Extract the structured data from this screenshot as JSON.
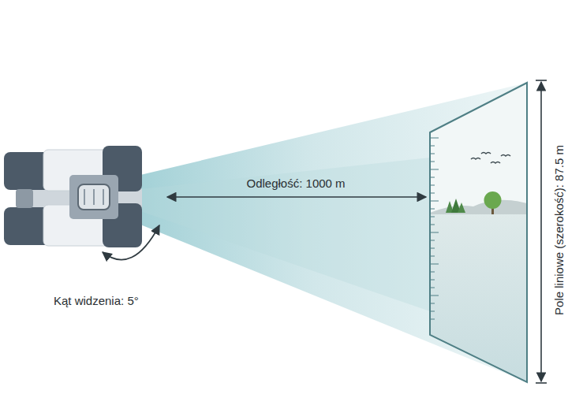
{
  "diagram": {
    "labels": [
      "Odległość: 1000 m",
      "Kąt widzenia: 5°",
      "Pole liniowe (szerokość): 87.5 m"
    ]
  }
}
